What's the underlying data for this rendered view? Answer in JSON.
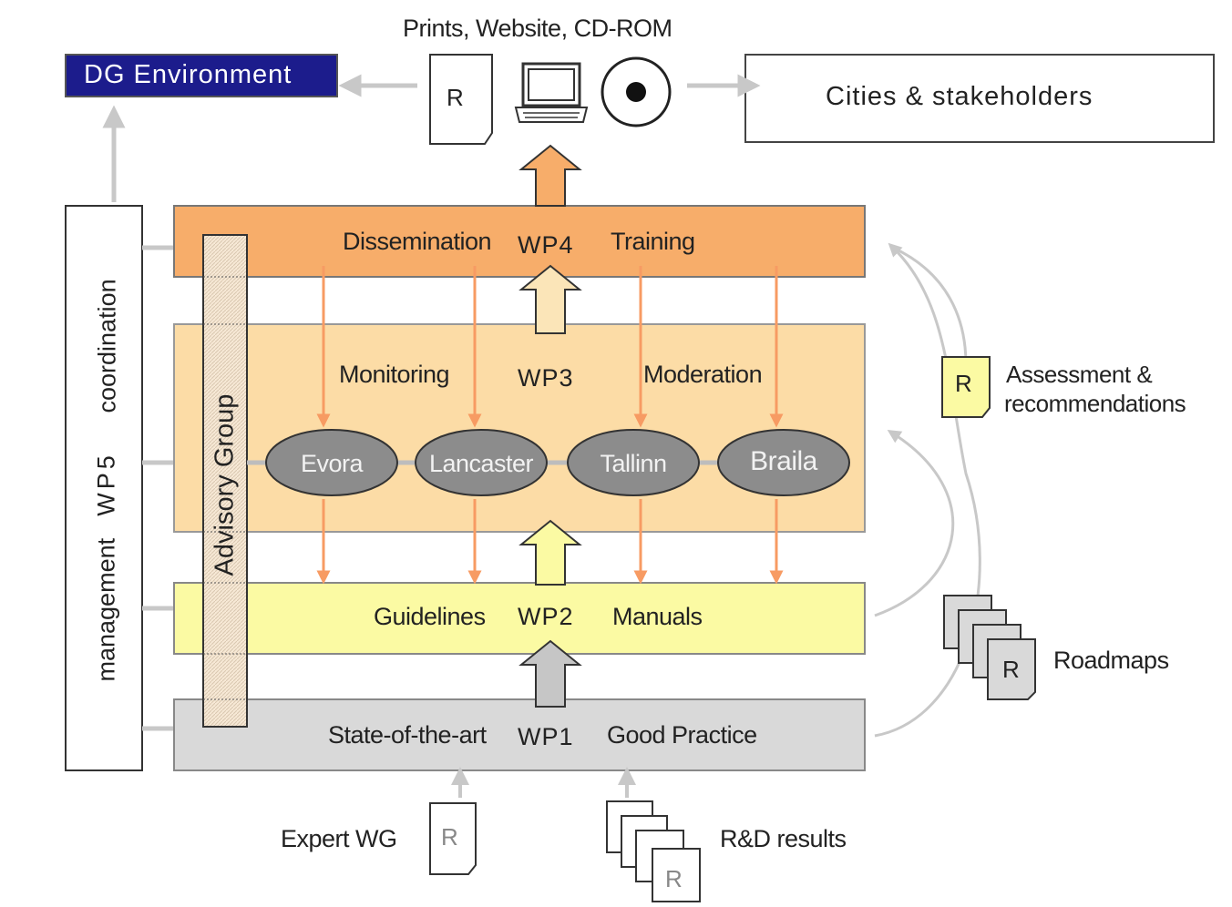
{
  "top": {
    "media_label": "Prints, Website, CD-ROM",
    "dg_environment": "DG Environment",
    "cities": "Cities & stakeholders",
    "report_letter": "R"
  },
  "left_column": {
    "management": "management",
    "wp5": "WP5",
    "coordination": "coordination",
    "advisory_group": "Advisory Group"
  },
  "wp4": {
    "left": "Dissemination",
    "center": "WP4",
    "right": "Training"
  },
  "wp3": {
    "left": "Monitoring",
    "center": "WP3",
    "right": "Moderation"
  },
  "wp2": {
    "left": "Guidelines",
    "center": "WP2",
    "right": "Manuals"
  },
  "wp1": {
    "left": "State-of-the-art",
    "center": "WP1",
    "right": "Good Practice"
  },
  "cities": [
    "Evora",
    "Lancaster",
    "Tallinn",
    "Braila"
  ],
  "right_side": {
    "assessment_line1": "Assessment &",
    "assessment_line2": "recommendations",
    "roadmaps": "Roadmaps"
  },
  "bottom": {
    "expert_wg": "Expert WG",
    "rd_results": "R&D results"
  },
  "colors": {
    "wp4": "#f7ad6a",
    "wp3": "#fcdca6",
    "wp2": "#fbfaa3",
    "wp1": "#d9d9d9",
    "dg": "#1c1c8c",
    "city": "#8c8c8c",
    "orange_arrow": "#f79b63",
    "gray_arrow": "#c8c8c8"
  }
}
